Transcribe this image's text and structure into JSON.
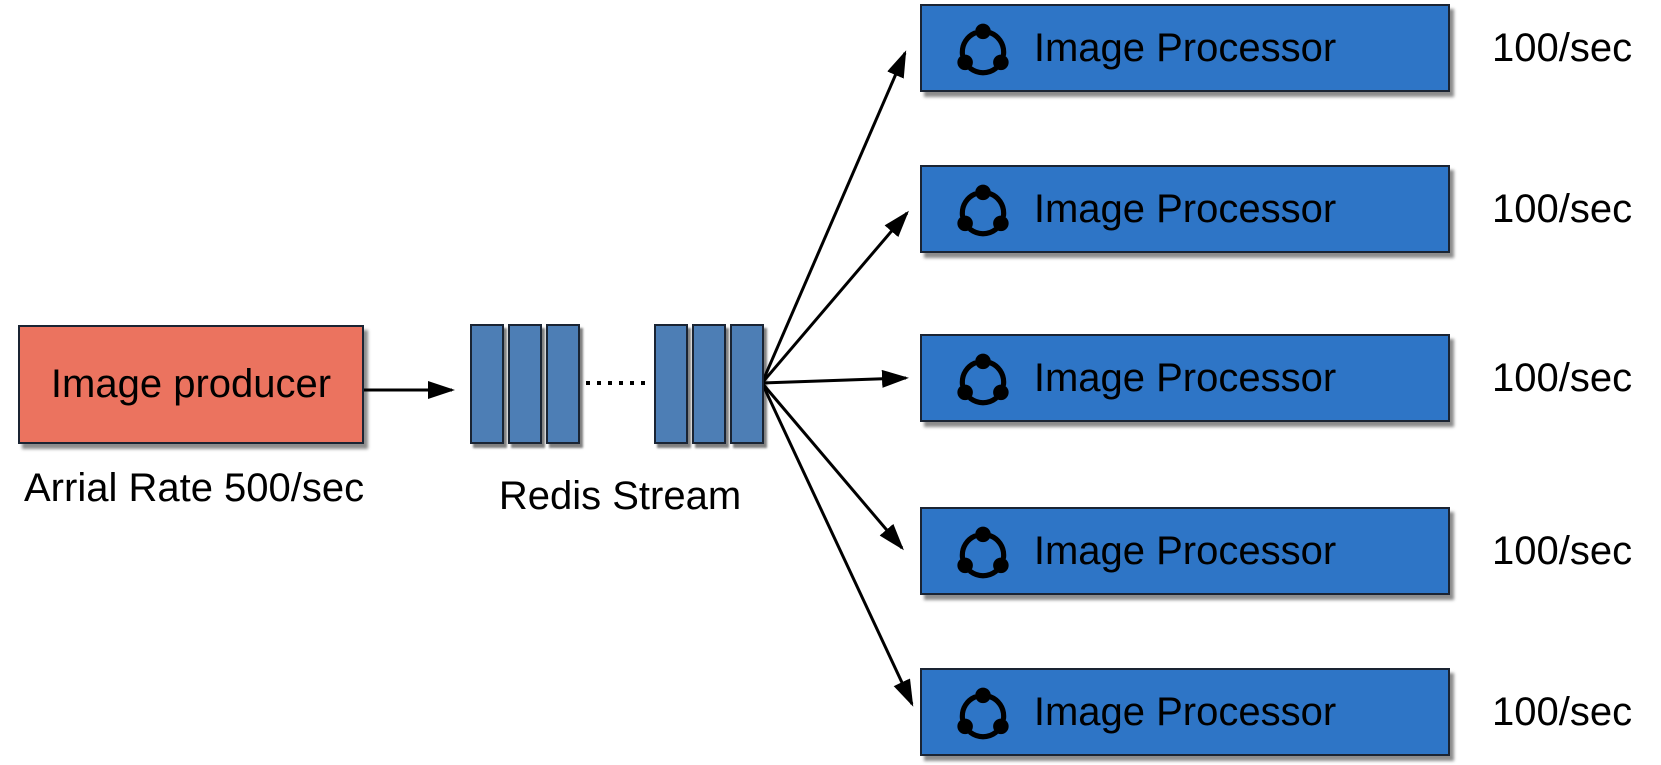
{
  "colors": {
    "producer-fill": "#eb735f",
    "processor-fill": "#2e75c6",
    "bar-fill": "#4d7eb5",
    "node-border": "#1a2433",
    "line": "#000000",
    "icon": "#000000",
    "text": "#000000"
  },
  "producer": {
    "label": "Image producer",
    "caption": "Arrial Rate 500/sec"
  },
  "stream": {
    "label": "Redis Stream",
    "groups": 2,
    "bars_per_group": 3
  },
  "processors": {
    "rows": [
      {
        "label": "Image Processor",
        "rate": "100/sec"
      },
      {
        "label": "Image Processor",
        "rate": "100/sec"
      },
      {
        "label": "Image Processor",
        "rate": "100/sec"
      },
      {
        "label": "Image Processor",
        "rate": "100/sec"
      },
      {
        "label": "Image Processor",
        "rate": "100/sec"
      }
    ]
  }
}
